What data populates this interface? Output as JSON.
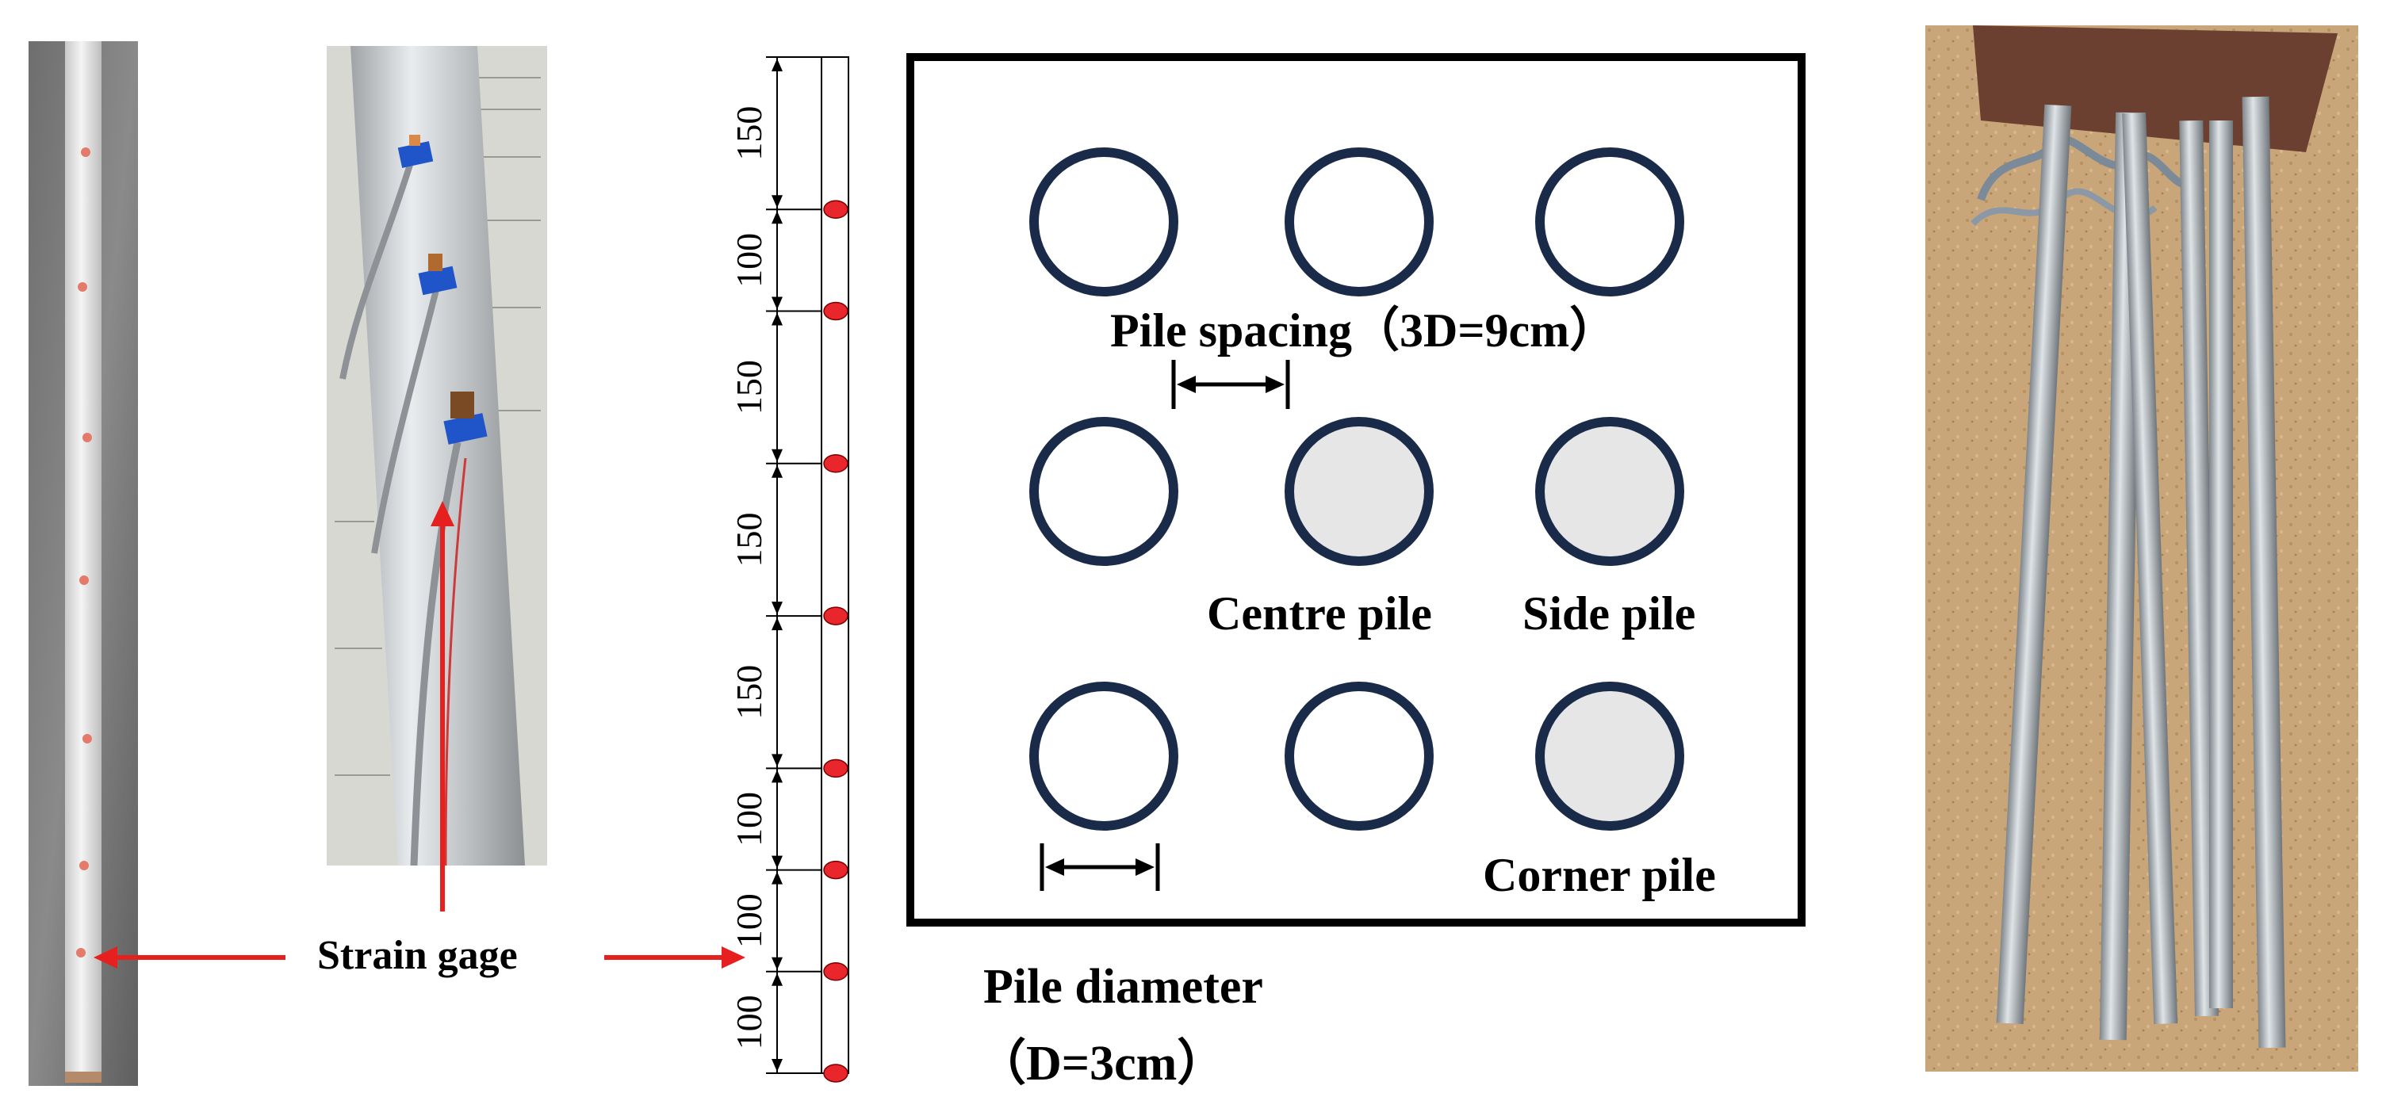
{
  "labels": {
    "strain_gage": "Strain gage",
    "pile_spacing": "Pile spacing（3D=9cm）",
    "centre_pile": "Centre pile",
    "side_pile": "Side pile",
    "corner_pile": "Corner pile",
    "pile_diameter": "Pile diameter",
    "pile_diameter_value": "（D=3cm）"
  },
  "gauge_spacings": [
    "150",
    "100",
    "150",
    "150",
    "150",
    "100",
    "100",
    "100"
  ],
  "pile_grid": [
    [
      "plain",
      "plain",
      "plain"
    ],
    [
      "plain",
      "instrumented",
      "instrumented"
    ],
    [
      "plain",
      "plain",
      "instrumented"
    ]
  ],
  "colors": {
    "pile_outline": "#1a2b4a",
    "instrumented_fill": "#e6e6e6",
    "gauge_marker": "#e8262c",
    "arrow_red": "#e5201f",
    "sand": "#c9a57a"
  },
  "photos": {
    "left_pile": "photo-pile-with-strain-gages",
    "closeup": "photo-strain-gage-closeup",
    "pile_group": "photo-pile-group-on-sand"
  }
}
